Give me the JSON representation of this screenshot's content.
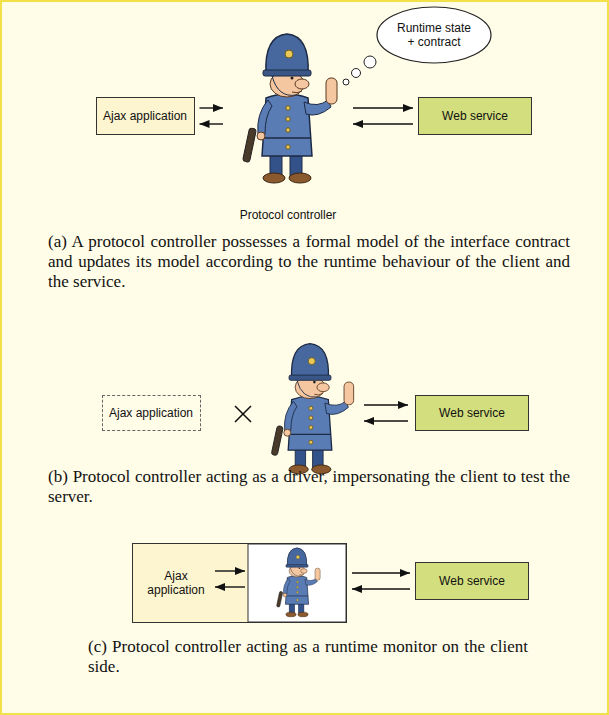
{
  "diagram": {
    "nodes": [
      {
        "text": [
          "Ajax application"
        ]
      },
      {
        "text": [
          "Protocol controller"
        ]
      },
      {
        "text": [
          "Runtime state + contract"
        ]
      },
      {
        "text": [
          "Web service"
        ]
      },
      {
        "text": [
          "Ajax application"
        ]
      },
      {
        "text": [
          "Web service"
        ]
      },
      {
        "text": [
          "Ajax application"
        ]
      },
      {
        "text": [
          "Web service"
        ]
      }
    ],
    "edges": [
      {
        "from": 0,
        "to": 1,
        "arrow": "to"
      },
      {
        "from": 1,
        "to": 0,
        "arrow": "to"
      },
      {
        "from": 1,
        "to": 3,
        "arrow": "to"
      },
      {
        "from": 3,
        "to": 1,
        "arrow": "to"
      },
      {
        "from": 6,
        "to": 7,
        "arrow": "to"
      },
      {
        "from": 7,
        "to": 6,
        "arrow": "to"
      }
    ],
    "labels": [
      "(a) A protocol controller possesses a formal model of the interface contract and updates its model according to the runtime behaviour of the client and the service.",
      "(b) Protocol controller acting as a driver, impersonating the client to test the server.",
      "(c) Protocol controller acting as a runtime monitor on the client side."
    ]
  }
}
